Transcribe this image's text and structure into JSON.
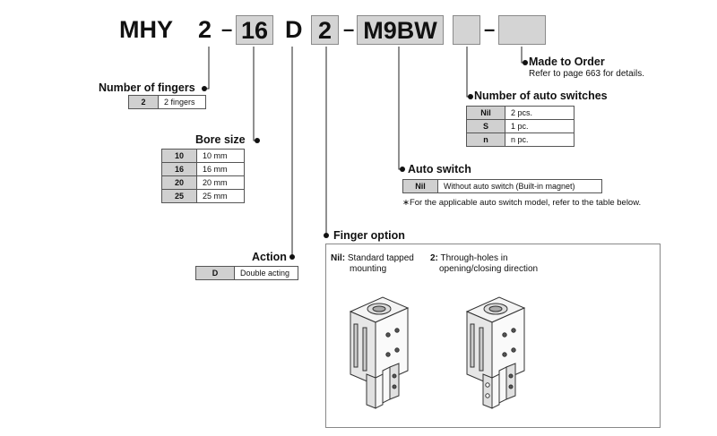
{
  "code": {
    "series": "MHY",
    "fingers": "2",
    "bore": "16",
    "action": "D",
    "finger_option": "2",
    "auto_switch": "M9BW",
    "count_blank": "",
    "made_to_order_blank": ""
  },
  "made_to_order": {
    "title": "Made to Order",
    "note": "Refer to page 663 for details."
  },
  "number_of_fingers": {
    "title": "Number of fingers",
    "rows": [
      {
        "key": "2",
        "value": "2 fingers"
      }
    ]
  },
  "number_of_auto_switches": {
    "title": "Number of auto switches",
    "rows": [
      {
        "key": "Nil",
        "value": "2 pcs."
      },
      {
        "key": "S",
        "value": "1 pc."
      },
      {
        "key": "n",
        "value": "n pc."
      }
    ]
  },
  "bore_size": {
    "title": "Bore size",
    "rows": [
      {
        "key": "10",
        "value": "10 mm"
      },
      {
        "key": "16",
        "value": "16 mm"
      },
      {
        "key": "20",
        "value": "20 mm"
      },
      {
        "key": "25",
        "value": "25 mm"
      }
    ]
  },
  "auto_switch": {
    "title": "Auto switch",
    "rows": [
      {
        "key": "Nil",
        "value": "Without auto switch (Built-in magnet)"
      }
    ],
    "note": "∗For the applicable auto switch model, refer to the table below."
  },
  "action": {
    "title": "Action",
    "rows": [
      {
        "key": "D",
        "value": "Double acting"
      }
    ]
  },
  "finger_option": {
    "title": "Finger option",
    "options": [
      {
        "key": "Nil:",
        "line1": "Standard tapped",
        "line2": "mounting"
      },
      {
        "key": "2:",
        "line1": "Through-holes in",
        "line2": "opening/closing direction"
      }
    ]
  }
}
